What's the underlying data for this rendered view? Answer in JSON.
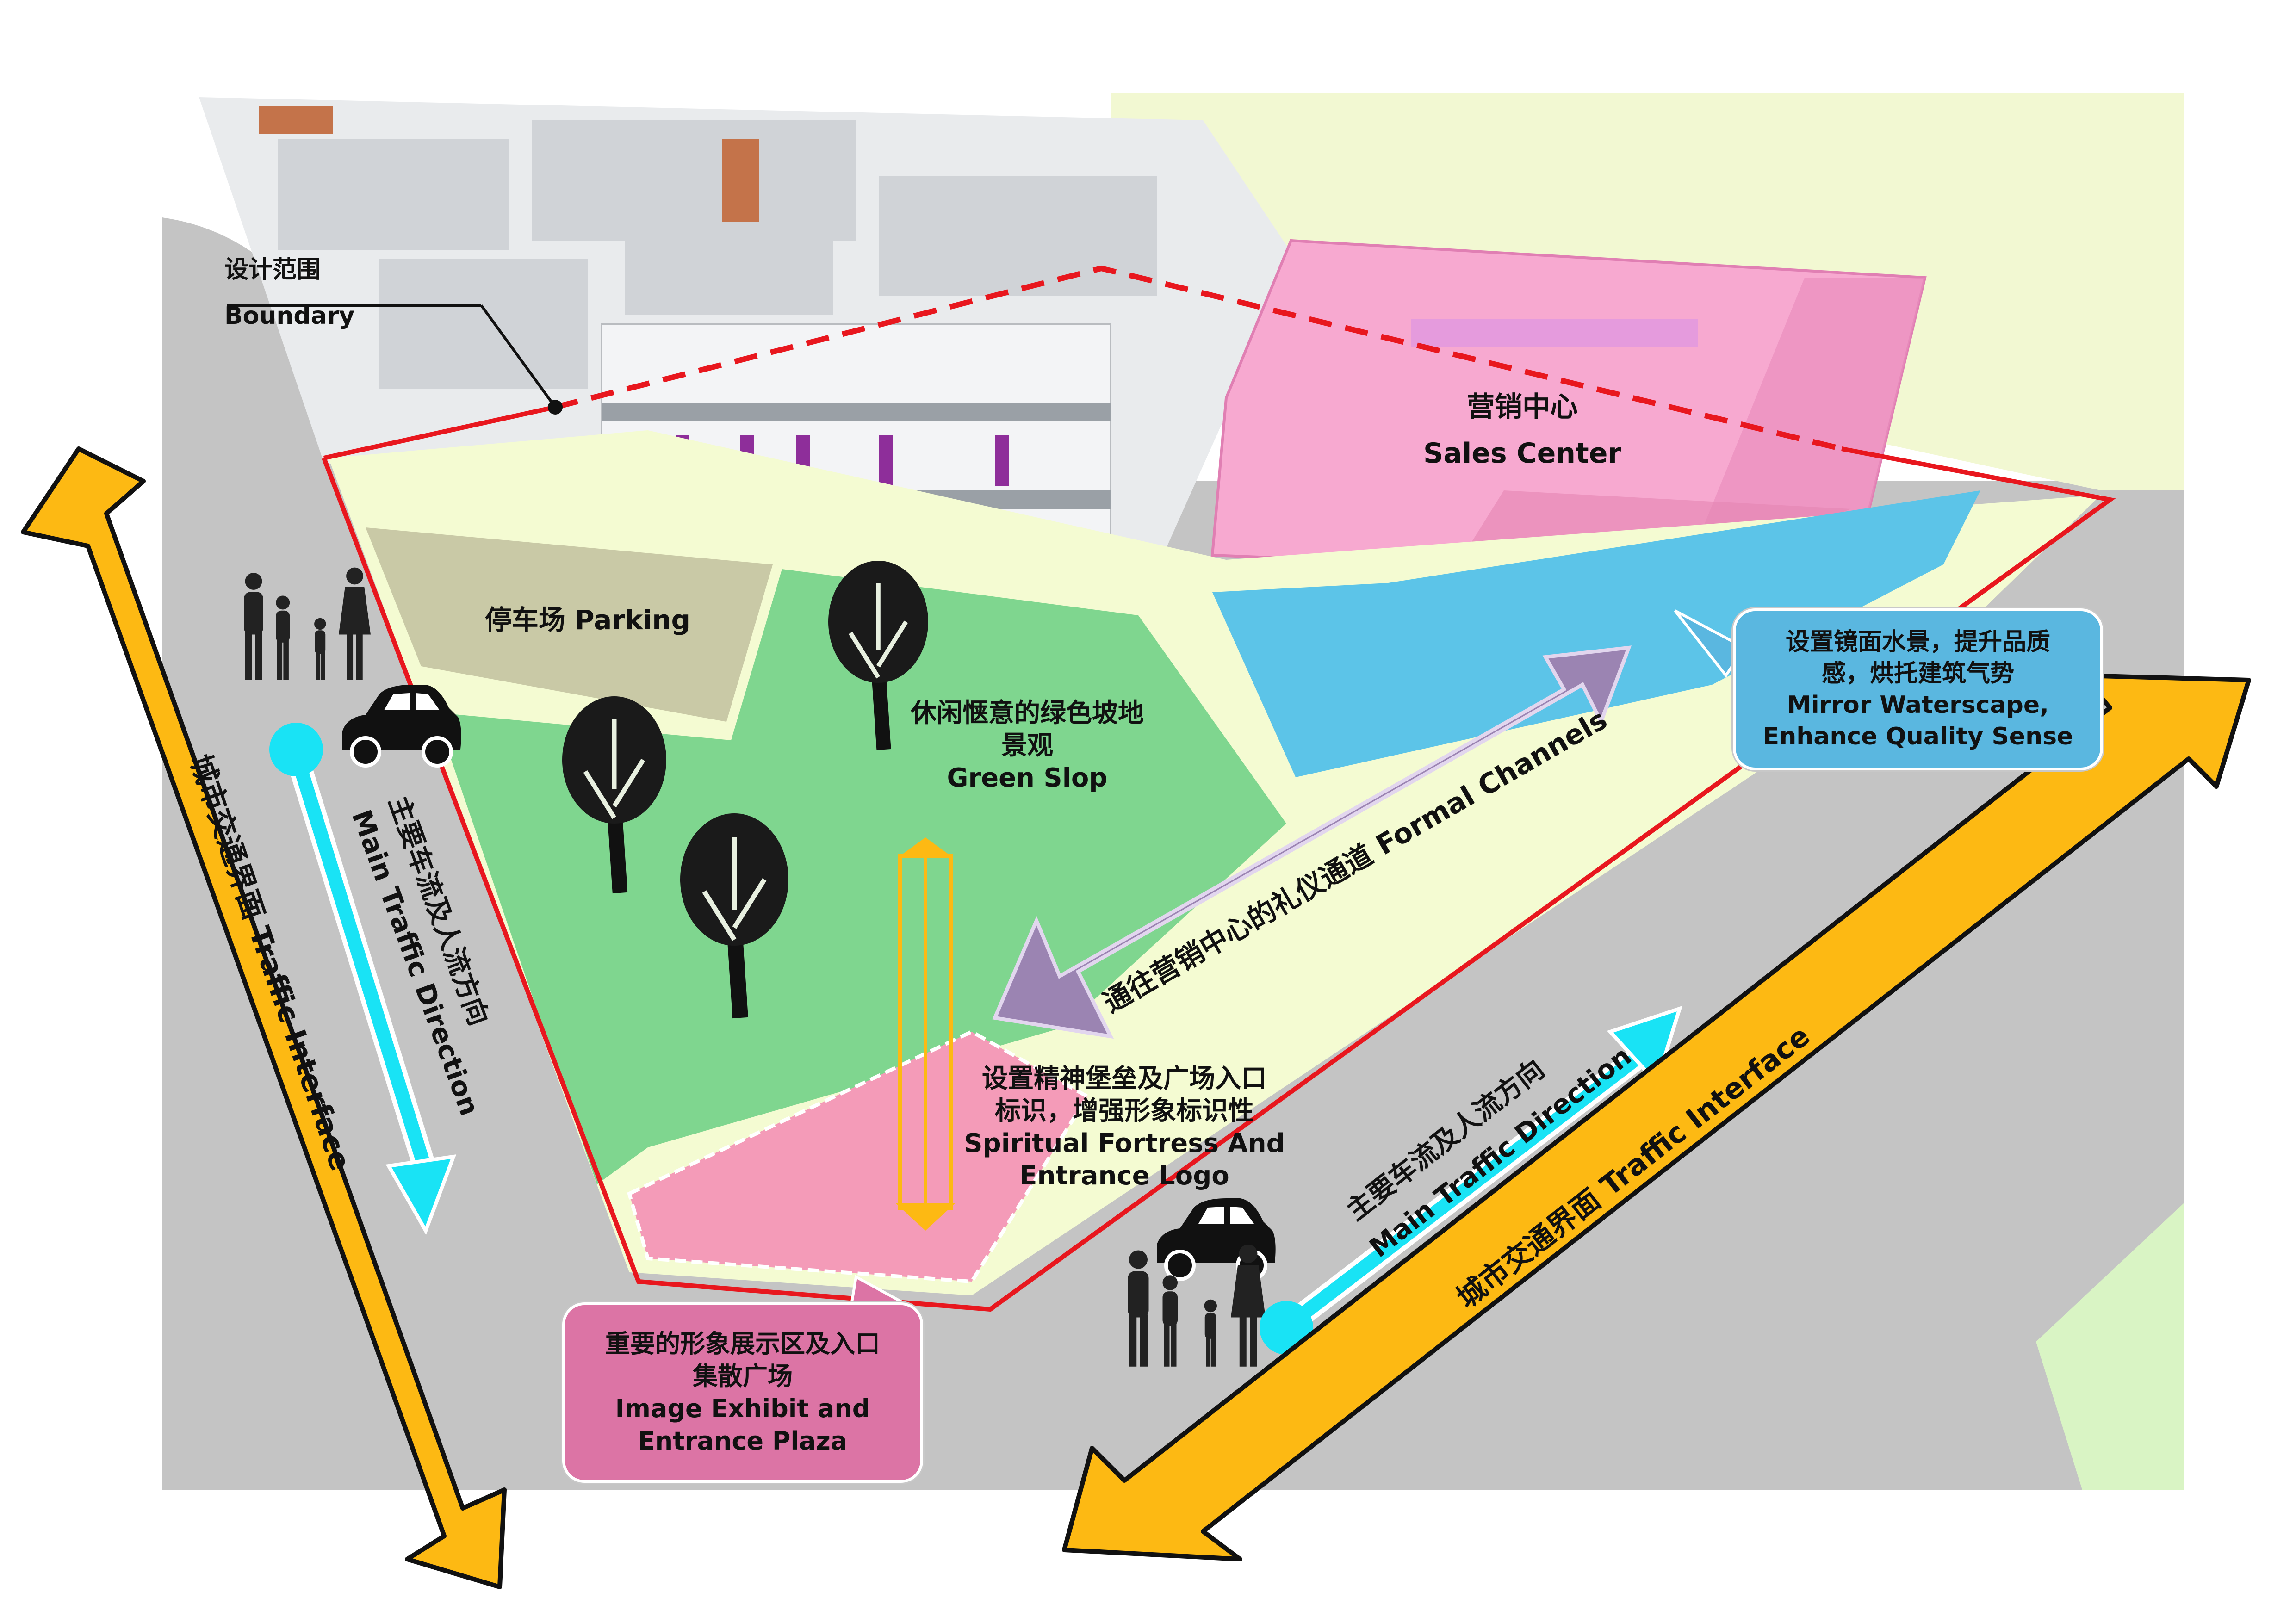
{
  "colors": {
    "road": "#c4c4c4",
    "lawn": "#f4fbd2",
    "green": "#7fd68f",
    "parking": "#c9c9a6",
    "pink_plaza": "#f49bb8",
    "water": "#5cc4e8",
    "sales_center": "#f7a9d0",
    "boundary": "#e8171e",
    "arrow_gold": "#fdb913",
    "cyan": "#19e3f5",
    "formal_channel": "#9b84b2",
    "callout_pink": "#dc74a5",
    "callout_blue": "#5ab7e0"
  },
  "icons": {
    "tree": "tree-icon",
    "car": "car-icon",
    "people": "family-icon"
  },
  "labels": {
    "boundary_cn": "设计范围",
    "boundary_en": "Boundary",
    "sales_cn": "营销中心",
    "sales_en": "Sales Center",
    "parking": "停车场 Parking",
    "green_cn1": "休闲惬意的绿色坡地",
    "green_cn2": "景观",
    "green_en": "Green Slop",
    "formal_channel": "通往营销中心的礼仪通道 Formal Channels",
    "fortress_cn1": "设置精神堡垒及广场入口",
    "fortress_cn2": "标识，增强形象标识性",
    "fortress_en1": "Spiritual Fortress And",
    "fortress_en2": "Entrance Logo",
    "traffic_left_cn": "主要车流及人流方向",
    "traffic_left_en": "Main Traffic Direction",
    "traffic_right_cn": "主要车流及人流方向",
    "traffic_right_en": "Main Traffic Direction",
    "interface_left": "城市交通界面 Traffic Interface",
    "interface_right": "城市交通界面 Traffic Interface"
  },
  "callouts": {
    "plaza": {
      "cn1": "重要的形象展示区及入口",
      "cn2": "集散广场",
      "en1": "Image Exhibit and",
      "en2": "Entrance Plaza"
    },
    "mirror": {
      "cn1": "设置镜面水景，提升品质",
      "cn2": "感，烘托建筑气势",
      "en1": "Mirror Waterscape,",
      "en2": "Enhance Quality Sense"
    }
  }
}
